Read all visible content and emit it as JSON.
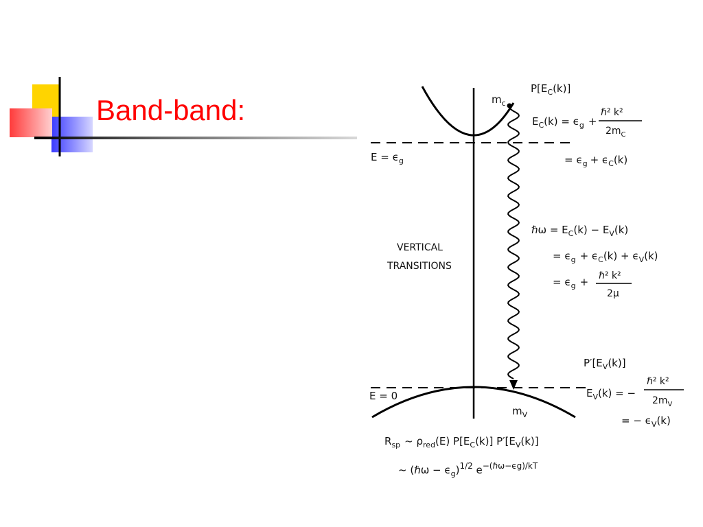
{
  "slide": {
    "title": "Band-band:"
  },
  "diagram": {
    "labels": {
      "mc": "m",
      "mc_sub": "c",
      "pc": "P[E",
      "pc_sub": "C",
      "pc_end": "(k)]",
      "ec_lhs": "E",
      "ec_lhs_sub": "C",
      "ec_lhs_end": "(k) = ϵ",
      "ec_g": "g",
      "ec_plus": "+",
      "ec_num": "ℏ² k²",
      "ec_den": "2m",
      "ec_den_sub": "C",
      "e_eq_eg": "E = ϵ",
      "e_eq_eg_sub": "g",
      "ec_line2": "= ϵ",
      "ec_line2_sub": "g",
      "ec_line2_end": "+ ϵ",
      "ec_line2_sub2": "C",
      "ec_line2_end2": "(k)",
      "vertical": "VERTICAL",
      "transitions": "TRANSITIONS",
      "hw_line1": "ℏω = E",
      "hw_line1_sub": "C",
      "hw_line1_mid": "(k) − E",
      "hw_line1_sub2": "V",
      "hw_line1_end": "(k)",
      "hw_line2": "= ϵ",
      "hw_line2_sub": "g",
      "hw_line2_mid": "+ ϵ",
      "hw_line2_sub2": "C",
      "hw_line2_mid2": "(k) + ϵ",
      "hw_line2_sub3": "V",
      "hw_line2_end": "(k)",
      "hw_line3": "= ϵ",
      "hw_line3_sub": "g",
      "hw_line3_plus": "+",
      "hw_num": "ℏ² k²",
      "hw_den": "2μ",
      "pv": "P′[E",
      "pv_sub": "V",
      "pv_end": "(k)]",
      "ev_lhs": "E",
      "ev_lhs_sub": "V",
      "ev_lhs_end": "(k) = −",
      "ev_num": "ℏ² k²",
      "ev_den": "2m",
      "ev_den_sub": "V",
      "e_eq_0": "E = 0",
      "mv": "m",
      "mv_sub": "V",
      "ev_line2": "= − ϵ",
      "ev_line2_sub": "V",
      "ev_line2_end": "(k)",
      "rsp": "R",
      "rsp_sub": "sp",
      "rsp_rest": "~ ρ",
      "rsp_red": "red",
      "rsp_rest2": "(E) P[E",
      "rsp_sub2": "C",
      "rsp_rest3": "(k)] P′[E",
      "rsp_sub3": "V",
      "rsp_rest4": "(k)]",
      "bottom_eq": "~ (ℏω − ϵ",
      "bottom_eq_sub": "g",
      "bottom_eq_mid": ")",
      "bottom_eq_sup": "1/2",
      "bottom_eq_e": " e",
      "bottom_eq_exp": "−(ℏω−ϵg)/kT"
    }
  }
}
